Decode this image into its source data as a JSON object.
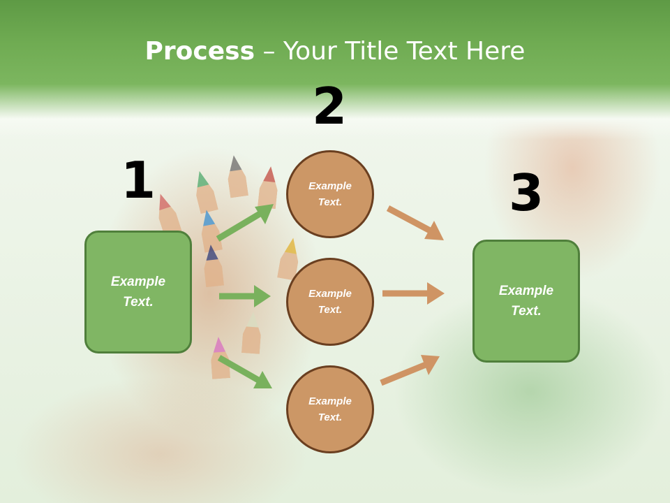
{
  "title": {
    "bold": "Process",
    "rest": " – Your Title Text Here"
  },
  "steps": {
    "one": "1",
    "two": "2",
    "three": "3"
  },
  "nodes": {
    "left_box": "Example Text.",
    "circle_top": "Example Text.",
    "circle_middle": "Example Text.",
    "circle_bottom": "Example Text.",
    "right_box": "Example Text."
  },
  "colors": {
    "header_green": "#6fab52",
    "box_fill": "#80b664",
    "box_border": "#4f7f3b",
    "circle_fill": "#cc9766",
    "circle_border": "#6a3f20",
    "green_arrow": "#79b15d",
    "orange_arrow": "#cf9464"
  }
}
